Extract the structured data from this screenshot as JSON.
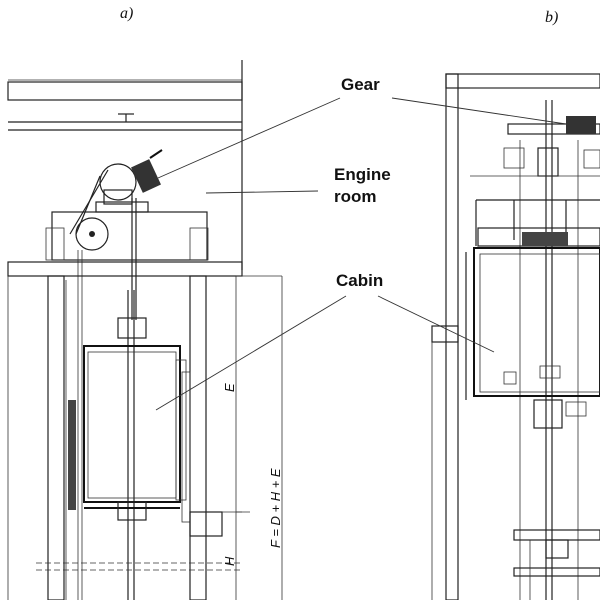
{
  "panels": {
    "a": "a)",
    "b": "b)"
  },
  "labels": {
    "gear": "Gear",
    "engine_room": "Engine\nroom",
    "cabin": "Cabin"
  },
  "dimensions": {
    "e": "E",
    "f": "F = D + H + E",
    "h": "H"
  }
}
